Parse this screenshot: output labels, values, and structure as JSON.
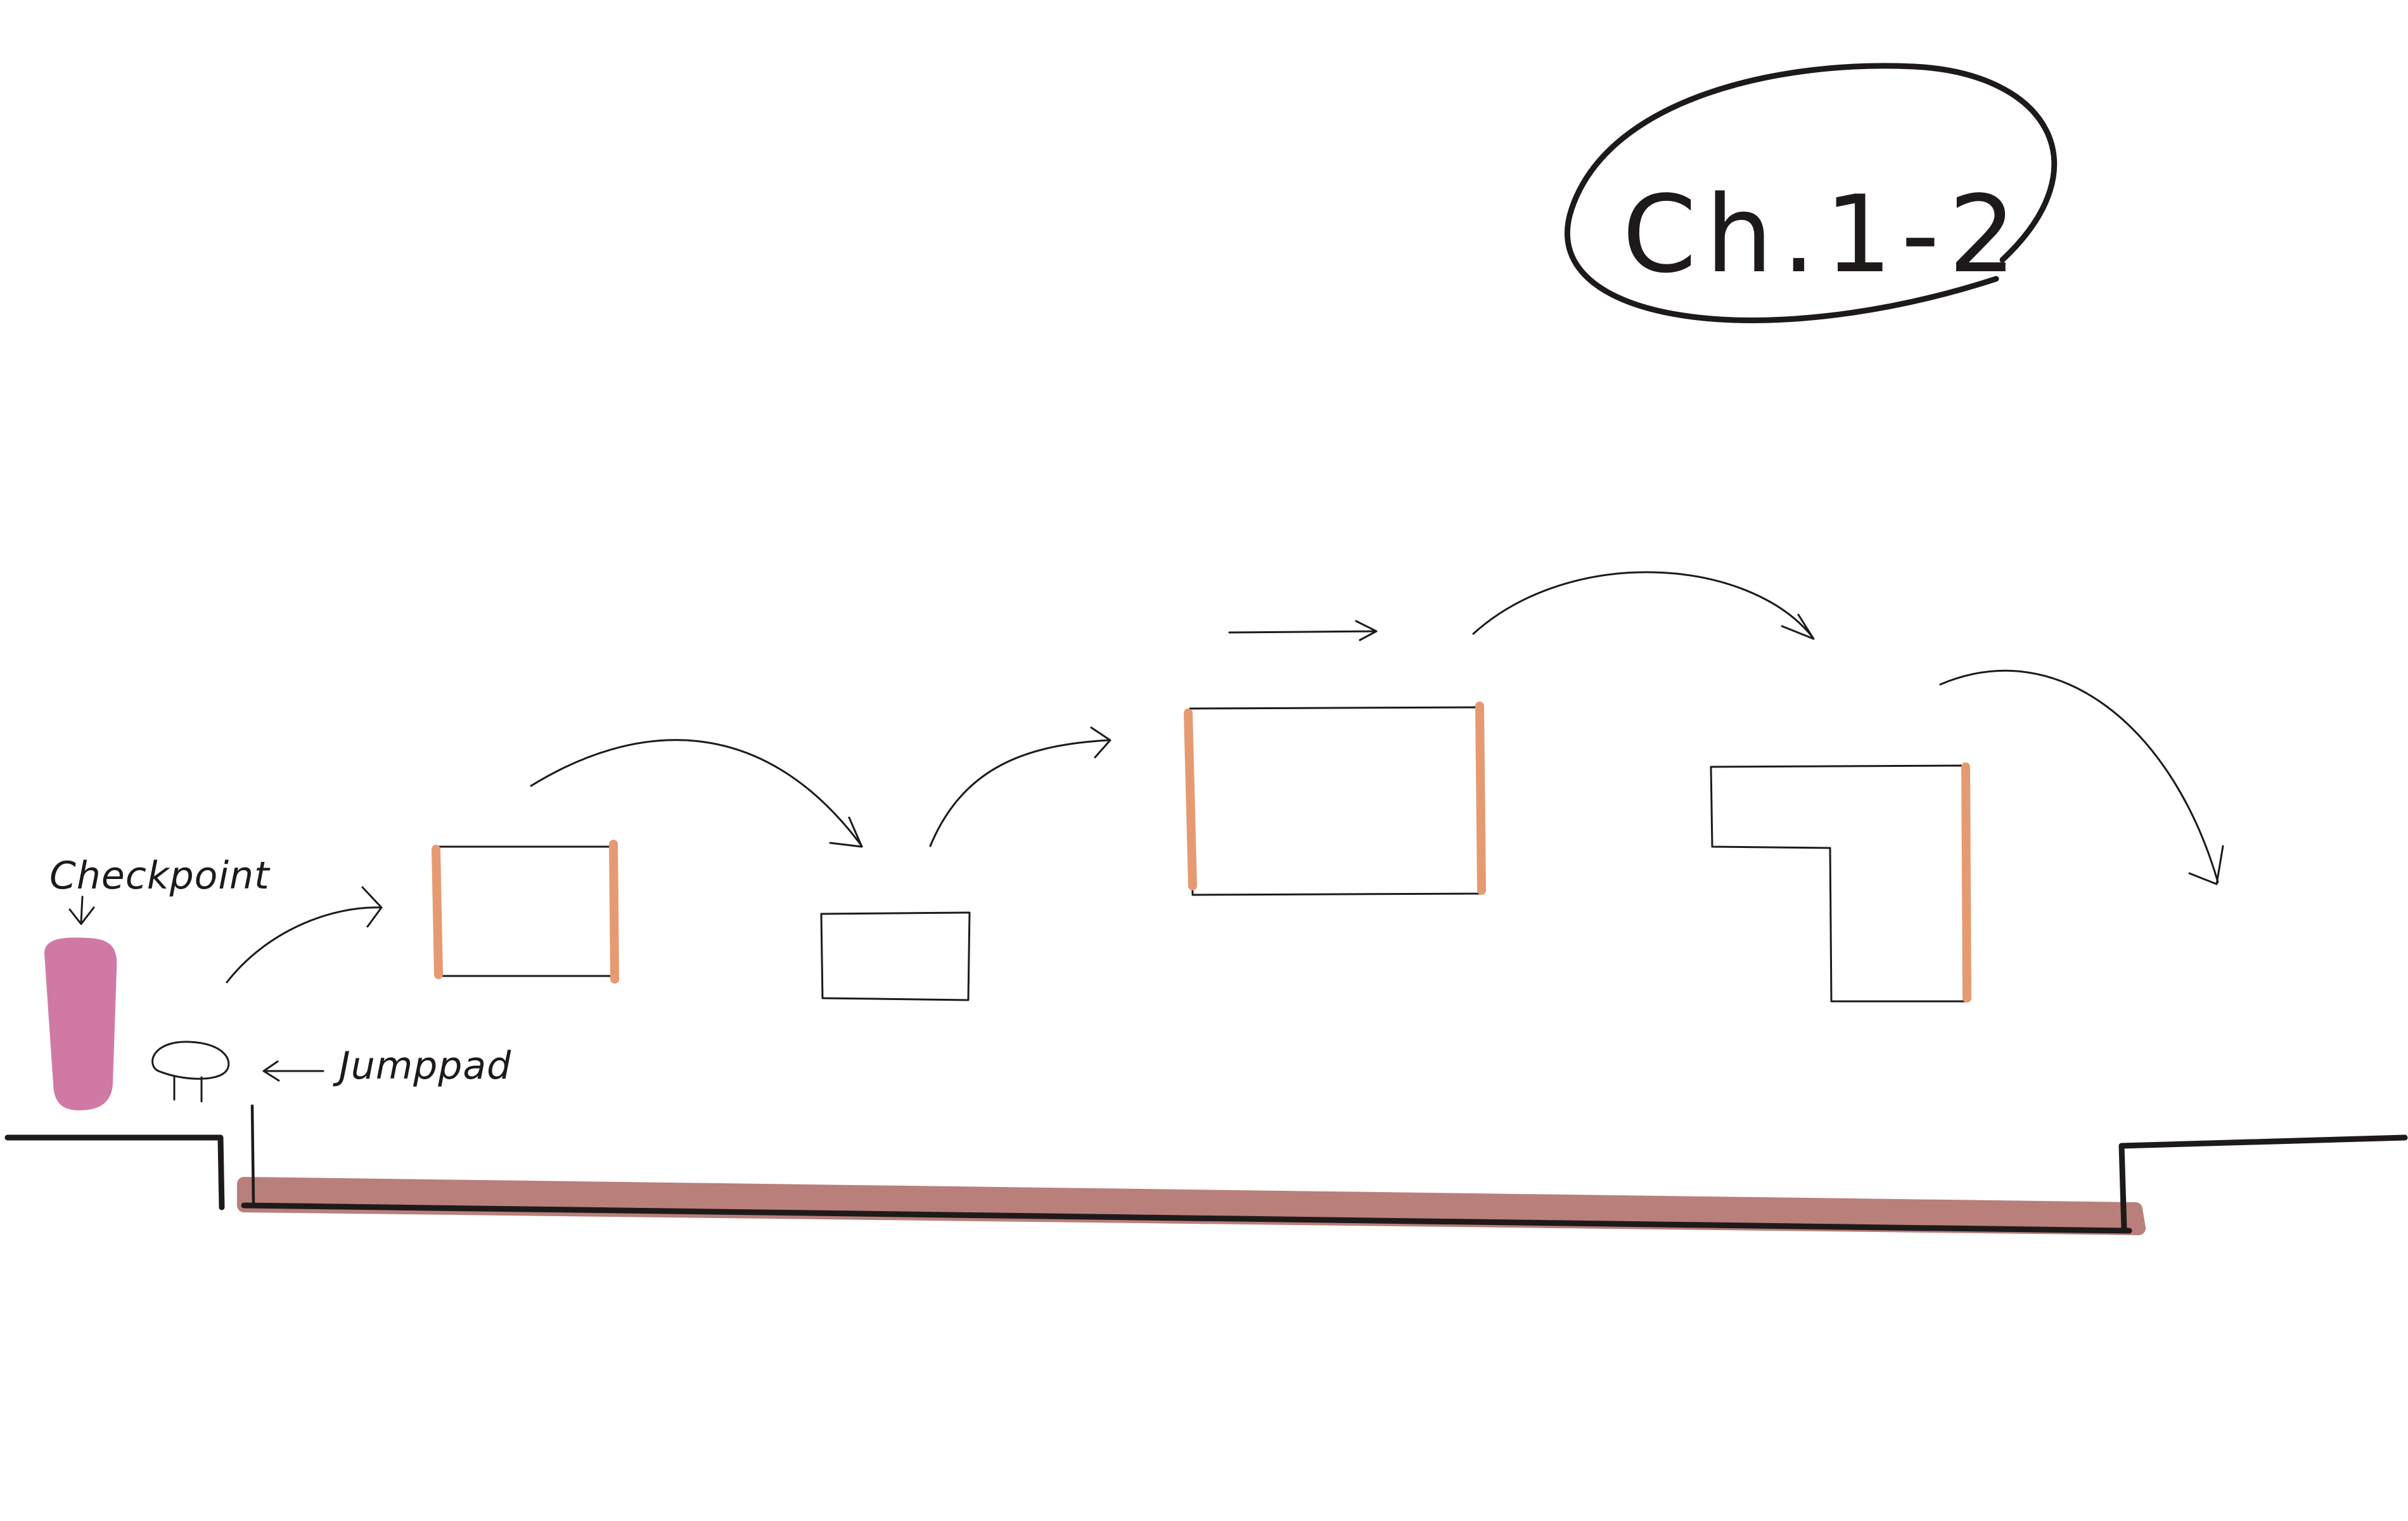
{
  "title": "Ch.1-2",
  "labels": {
    "checkpoint": "Checkpoint",
    "jumppad": "Jumppad"
  },
  "colors": {
    "ink": "#1e1a1a",
    "checkpoint": "#d179a5",
    "hazard_floor": "#b97f7b",
    "wall_edge": "#e69a72",
    "background": "#ffffff"
  }
}
